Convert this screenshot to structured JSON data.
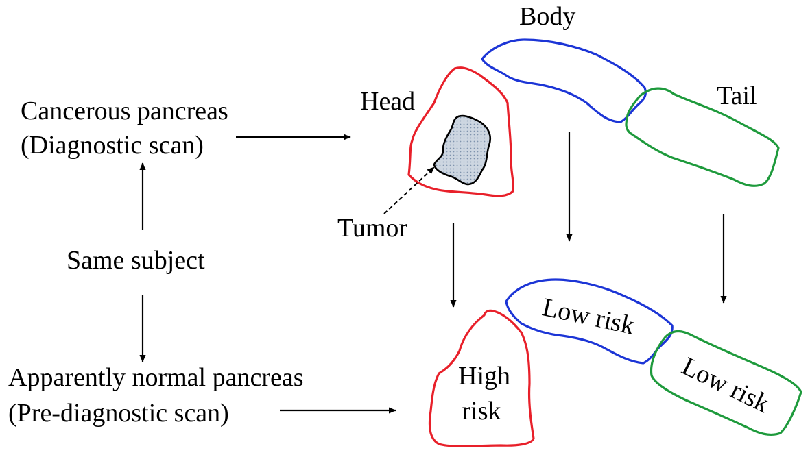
{
  "left_labels": {
    "cancerous_line1": "Cancerous pancreas",
    "cancerous_line2": "(Diagnostic scan)",
    "same_subject": "Same subject",
    "normal_line1": "Apparently normal pancreas",
    "normal_line2": "(Pre-diagnostic scan)"
  },
  "top_pancreas": {
    "head": "Head",
    "body": "Body",
    "tail": "Tail",
    "tumor": "Tumor"
  },
  "bottom_pancreas": {
    "head_risk_line1": "High",
    "head_risk_line2": "risk",
    "body_risk": "Low risk",
    "tail_risk": "Low risk"
  },
  "colors": {
    "head": "#e8202a",
    "body": "#1c35d6",
    "tail": "#1e9a3c",
    "tumor_fill": "#c9d3df"
  }
}
